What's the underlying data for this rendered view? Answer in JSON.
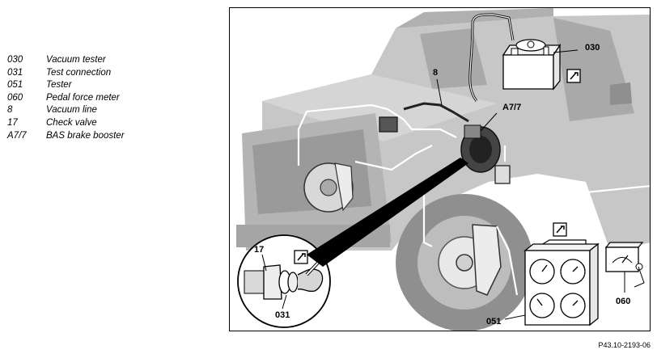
{
  "legend": [
    {
      "code": "030",
      "desc": "Vacuum tester"
    },
    {
      "code": "031",
      "desc": "Test connection"
    },
    {
      "code": "051",
      "desc": "Tester"
    },
    {
      "code": "060",
      "desc": "Pedal force meter"
    },
    {
      "code": "8",
      "desc": "Vacuum line"
    },
    {
      "code": "17",
      "desc": "Check valve"
    },
    {
      "code": "A7/7",
      "desc": "BAS brake booster"
    }
  ],
  "callouts": {
    "c030": "030",
    "c8": "8",
    "ca77": "A7/7",
    "c17": "17",
    "c031": "031",
    "c051": "051",
    "c060": "060"
  },
  "figure_ref": "P43.10-2193-06",
  "colors": {
    "vehicle": "#bdbdbd",
    "vehicle_dark": "#8f8f8f",
    "line": "#ffffff",
    "ink": "#000000"
  }
}
